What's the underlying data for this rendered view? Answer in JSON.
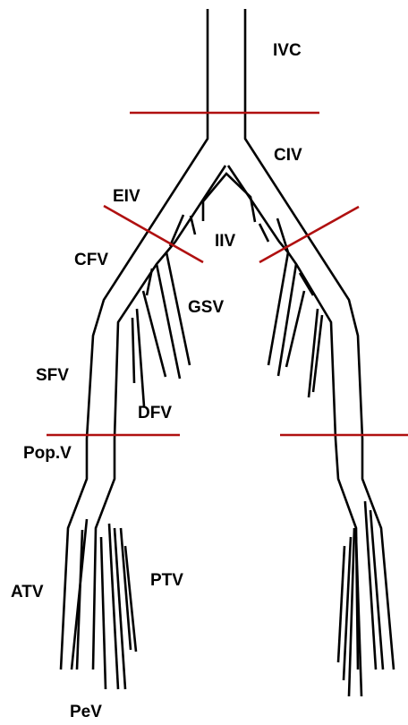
{
  "colors": {
    "vein_stroke": "#000000",
    "marker_line": "#b01010",
    "background": "#ffffff"
  },
  "labels": {
    "ivc": "IVC",
    "civ": "CIV",
    "eiv": "EIV",
    "iiv": "IIV",
    "cfv": "CFV",
    "gsv": "GSV",
    "sfv": "SFV",
    "dfv": "DFV",
    "popv": "Pop.V",
    "atv": "ATV",
    "ptv": "PTV",
    "pev": "PeV"
  }
}
